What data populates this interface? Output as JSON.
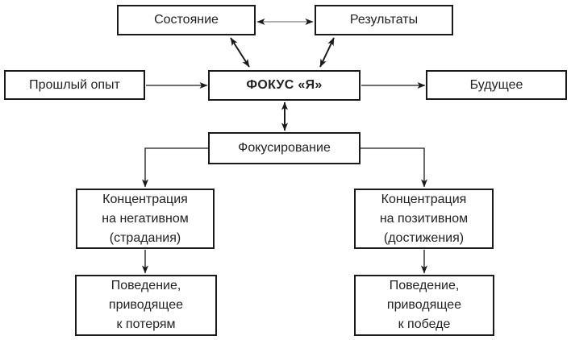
{
  "diagram": {
    "nodes": {
      "state": {
        "label": "Состояние"
      },
      "results": {
        "label": "Результаты"
      },
      "past_experience": {
        "label": "Прошлый опыт"
      },
      "focus_self": {
        "label": "ФОКУС «Я»"
      },
      "future": {
        "label": "Будущее"
      },
      "focusing": {
        "label": "Фокусирование"
      },
      "concentration_negative": {
        "lines": [
          "Концентрация",
          "на негативном",
          "(страдания)"
        ]
      },
      "concentration_positive": {
        "lines": [
          "Концентрация",
          "на позитивном",
          "(достижения)"
        ]
      },
      "behavior_loss": {
        "lines": [
          "Поведение,",
          "приводящее",
          "к потерям"
        ]
      },
      "behavior_victory": {
        "lines": [
          "Поведение,",
          "приводящее",
          "к победе"
        ]
      }
    },
    "colors": {
      "border": "#1a1a1a",
      "text": "#222222",
      "arrow": "#1a1a1a",
      "top_arrow_shaft": "#999999",
      "background": "#ffffff"
    }
  }
}
